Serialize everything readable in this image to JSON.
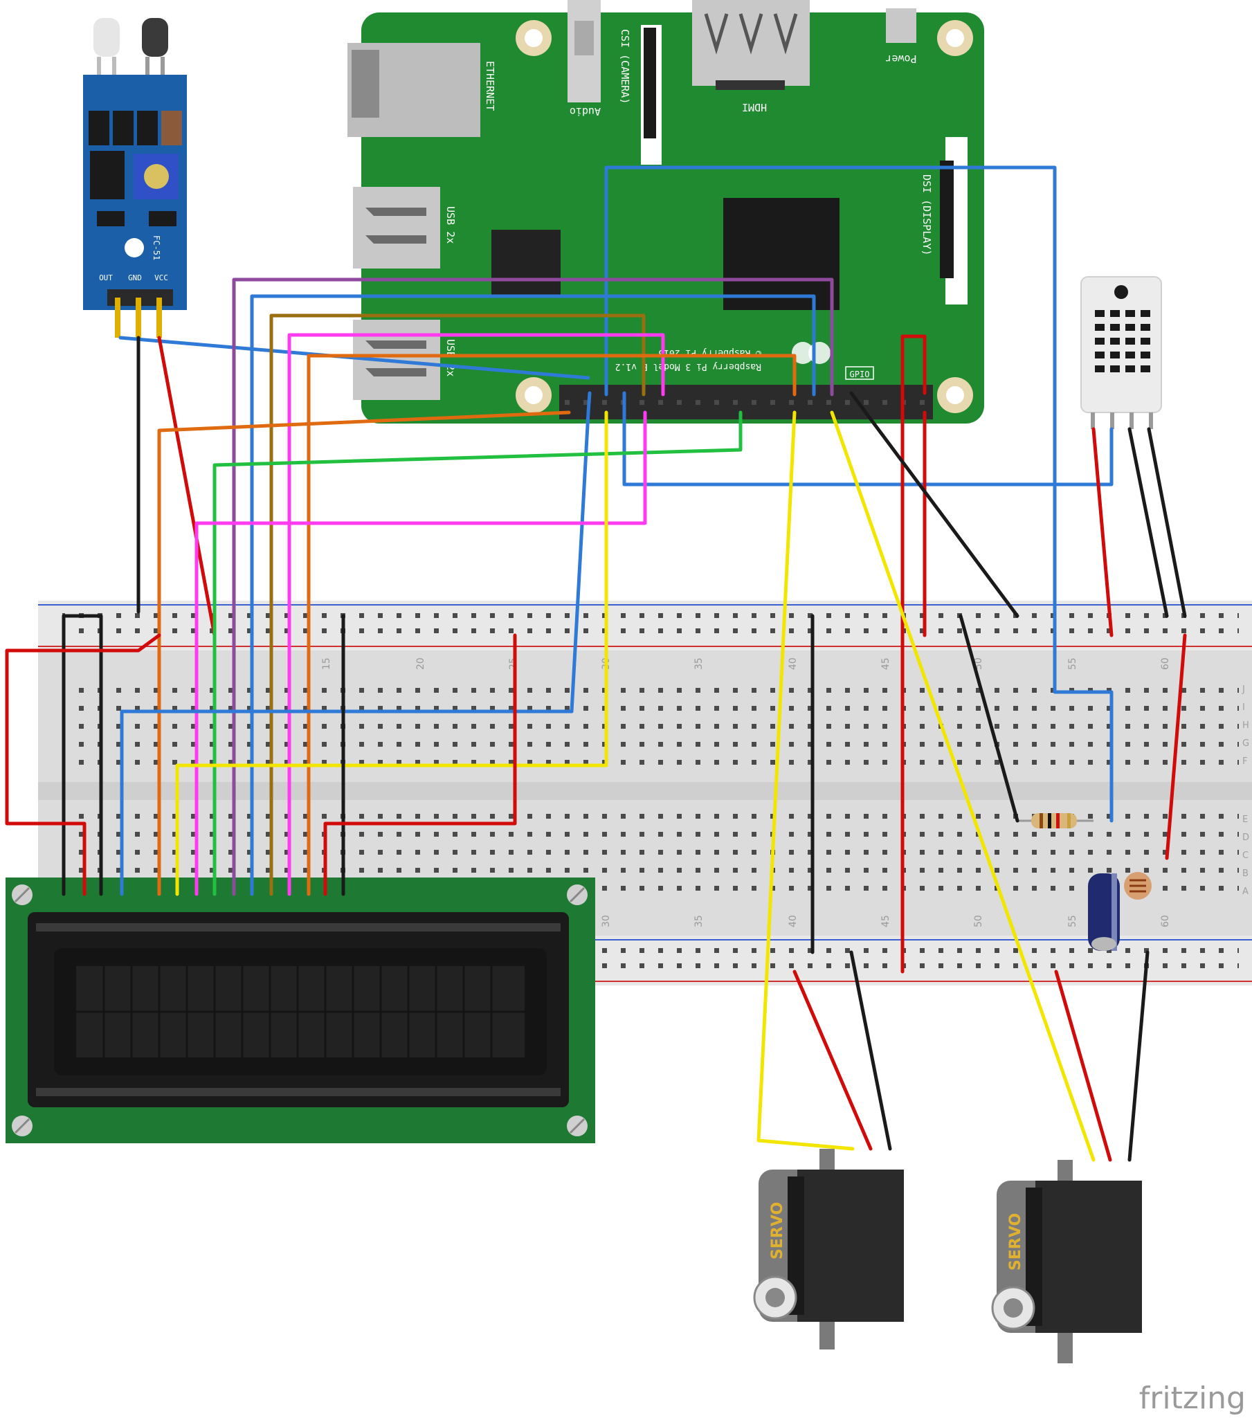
{
  "ir_sensor": {
    "model": "FC-51",
    "pins": [
      "OUT",
      "GND",
      "VCC"
    ]
  },
  "raspberry_pi": {
    "model_text": "Raspberry Pi 3 Model B v1.2",
    "copyright_text": "© Raspberry Pi 2015",
    "ethernet": "ETHERNET",
    "usb1": "USB 2x",
    "usb2": "USB 2x",
    "audio": "Audio",
    "camera": "CSI (CAMERA)",
    "hdmi": "HDMI",
    "power": "Power",
    "display": "DSI (DISPLAY)",
    "gpio": "GPIO"
  },
  "breadboard": {
    "column_numbers": [
      "15",
      "20",
      "25",
      "30",
      "35",
      "40",
      "45",
      "50",
      "55",
      "60"
    ],
    "row_letters_top": [
      "J",
      "I",
      "H",
      "G",
      "F"
    ],
    "row_letters_bottom": [
      "E",
      "D",
      "C",
      "B",
      "A"
    ]
  },
  "servo_1": {
    "label": "SERVO"
  },
  "servo_2": {
    "label": "SERVO"
  },
  "watermark": "fritzing",
  "colors": {
    "pcb_green": "#1f8a2f",
    "sensor_blue": "#1b5fa8",
    "lcd_green": "#1e7a32",
    "wire_red": "#d10a0a",
    "wire_black": "#1a1a1a",
    "wire_blue": "#2f7ad6",
    "wire_yellow": "#f2e600",
    "wire_magenta": "#ff3bf0",
    "wire_purple": "#8e4a9c",
    "wire_brown": "#9b6e10",
    "wire_orange": "#e06a10",
    "wire_green": "#22c040"
  }
}
